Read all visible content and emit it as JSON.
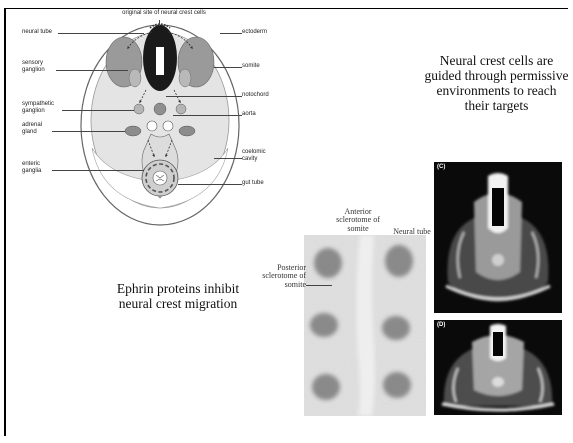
{
  "slide": {
    "text_right": "Neural crest cells are guided through permissive environments to reach their targets",
    "text_left": "Ephrin proteins inhibit neural crest migration"
  },
  "diagram_labels": {
    "top": "original site of neural crest cells",
    "neural_tube": "neural tube",
    "sensory_ganglion": "sensory ganglion",
    "sympathetic_ganglion": "sympathetic ganglion",
    "adrenal_gland": "adrenal gland",
    "enteric_ganglia": "enteric ganglia",
    "ectoderm": "ectoderm",
    "somite": "somite",
    "notochord": "notochord",
    "aorta": "aorta",
    "coelomic_cavity": "coelomic cavity",
    "gut_tube": "gut tube"
  },
  "photo_labels": {
    "anterior": "Anterior sclerotome of somite",
    "neural_tube": "Neural tube",
    "posterior": "Posterior sclerotome of somite",
    "panel_c": "(C)",
    "panel_d": "(D)"
  },
  "colors": {
    "tissue_fill": "#dedede",
    "ganglion_fill": "#b5b5b5",
    "somite_fill": "#888888",
    "neural_tube_fill": "#1a1a1a",
    "outline": "#555555"
  }
}
